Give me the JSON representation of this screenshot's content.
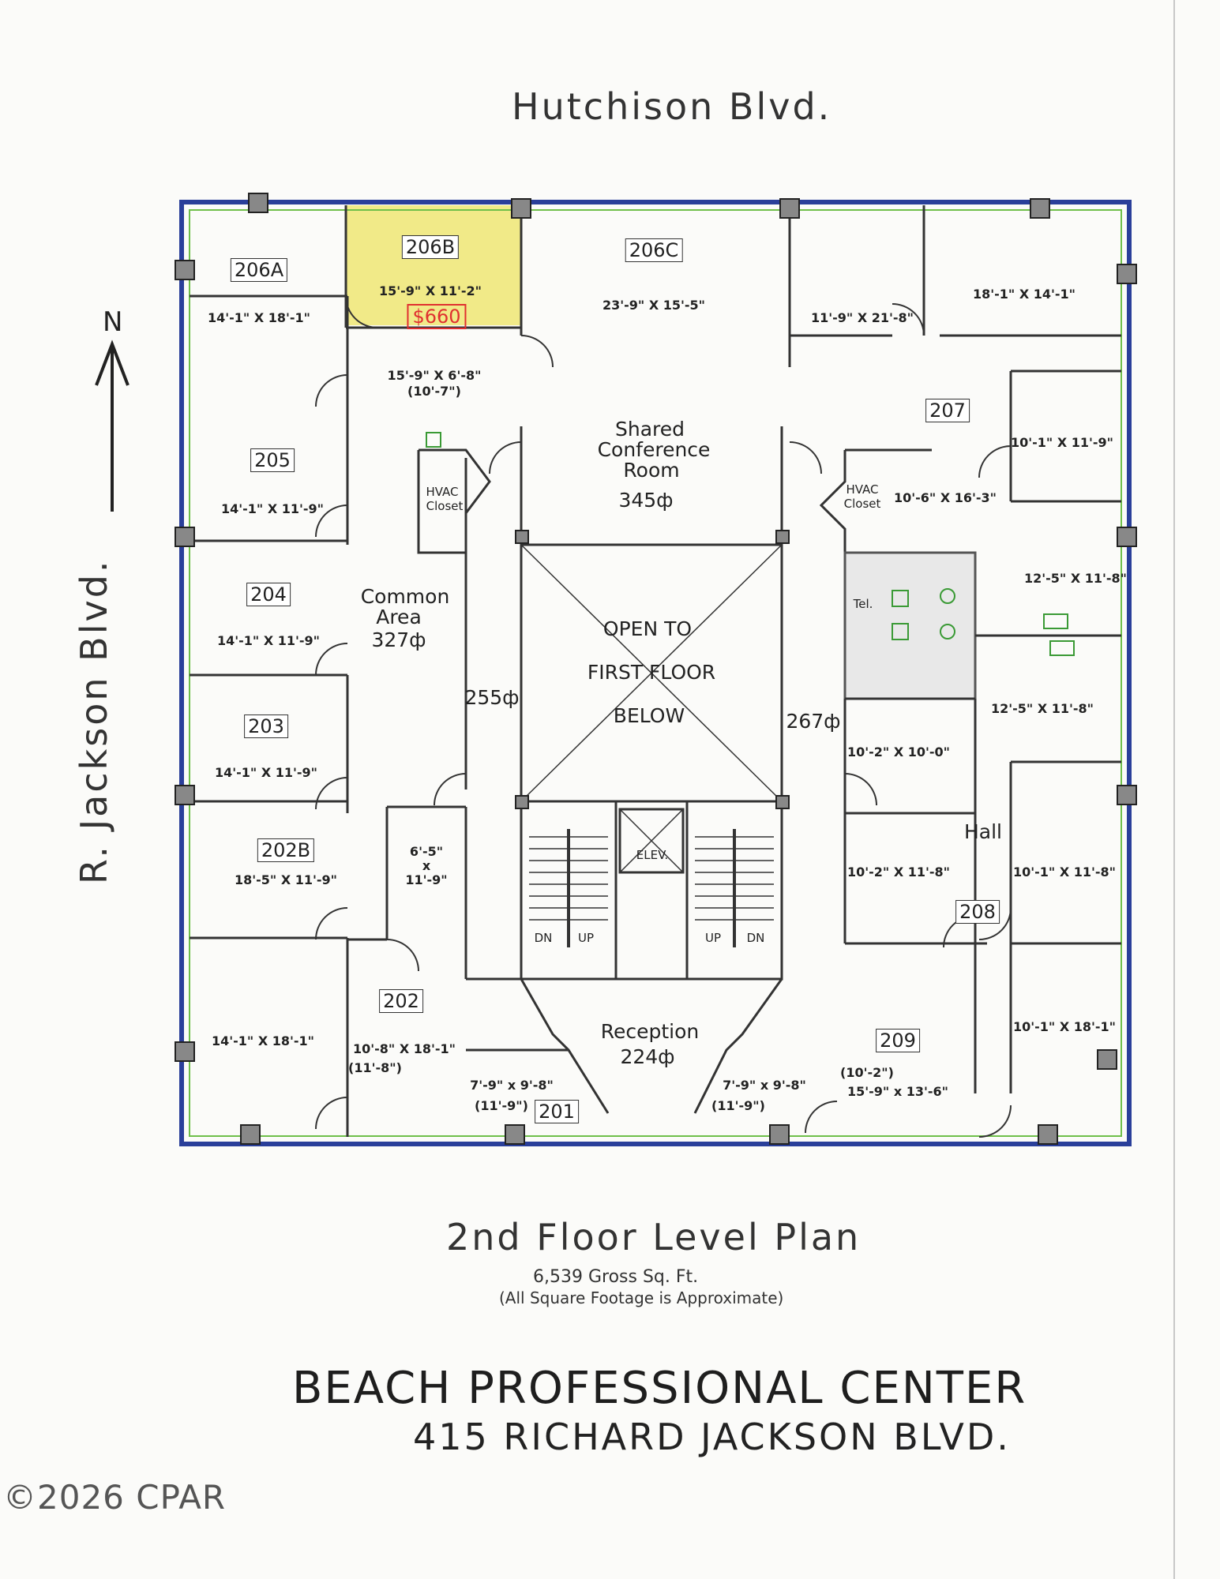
{
  "street_north": "Hutchison Blvd.",
  "street_west": "R. Jackson Blvd.",
  "north_label": "N",
  "rooms": {
    "r206a": {
      "label": "206A",
      "dim": "14'-1\" X 18'-1\""
    },
    "r206b": {
      "label": "206B",
      "dim": "15'-9\" X 11'-2\"",
      "price": "$660"
    },
    "r206c": {
      "label": "206C",
      "dim": "23'-9\" X 15'-5\""
    },
    "ne_office_a": {
      "dim": "11'-9\" X 21'-8\""
    },
    "ne_office_b": {
      "dim": "18'-1\" X 14'-1\""
    },
    "hall_206": {
      "dim": "15'-9\" X 6'-8\"",
      "dim2": "(10'-7\")"
    },
    "r207": {
      "label": "207",
      "dim_a": "10'-1\" X 11'-9\"",
      "dim_b": "10'-6\" X 16'-3\""
    },
    "r205": {
      "label": "205",
      "dim": "14'-1\" X 11'-9\""
    },
    "r204": {
      "label": "204",
      "dim": "14'-1\" X 11'-9\""
    },
    "r203": {
      "label": "203",
      "dim": "14'-1\" X 11'-9\""
    },
    "r202b": {
      "label": "202B",
      "dim": "18'-5\" X 11'-9\""
    },
    "closet_small": {
      "dim1": "6'-5\"",
      "dim2": "x",
      "dim3": "11'-9\""
    },
    "r202": {
      "label": "202",
      "dim": "10'-8\" X 18'-1\"",
      "dim2": "(11'-8\")"
    },
    "sw_office": {
      "dim": "14'-1\" X 18'-1\""
    },
    "r201": {
      "label": "201",
      "dim": "7'-9\" x 9'-8\"",
      "dim2": "(11'-9\")"
    },
    "r209": {
      "label": "209",
      "dim": "15'-9\" x 13'-6\"",
      "dim2": "(10'-2\")"
    },
    "r209_west": {
      "dim": "7'-9\" x 9'-8\"",
      "dim2": "(11'-9\")"
    },
    "r208": {
      "label": "208"
    },
    "east_1": {
      "dim": "12'-5\" X 11'-8\""
    },
    "east_2": {
      "dim": "12'-5\" X 11'-8\""
    },
    "east_3": {
      "dim": "10'-2\" X 10'-0\""
    },
    "east_4": {
      "dim": "10'-2\" X 11'-8\""
    },
    "east_5": {
      "dim": "10'-1\" X 11'-8\""
    },
    "east_6": {
      "dim": "10'-1\" X 18'-1\""
    }
  },
  "areas": {
    "conference": {
      "line1": "Shared",
      "line2": "Conference",
      "line3": "Room",
      "sf": "345"
    },
    "common": {
      "line1": "Common",
      "line2": "Area",
      "sf": "327"
    },
    "reception": {
      "line1": "Reception",
      "sf": "224"
    },
    "corridor_west": {
      "sf": "255"
    },
    "corridor_east": {
      "sf": "267"
    },
    "open": {
      "line1": "OPEN TO",
      "line2": "FIRST FLOOR",
      "line3": "BELOW"
    },
    "hall": "Hall",
    "hvac": {
      "line1": "HVAC",
      "line2": "Closet"
    },
    "tel": "Tel.",
    "elev": "ELEV.",
    "dn": "DN",
    "up": "UP"
  },
  "sf_symbol": "ф",
  "plan_title": "2nd Floor Level Plan",
  "gross_sf": "6,539 Gross Sq. Ft.",
  "approx_note": "(All Square Footage is Approximate)",
  "building_name": "BEACH PROFESSIONAL CENTER",
  "address": "415 RICHARD JACKSON BLVD.",
  "copyright": "©2026 CPAR",
  "colors": {
    "wall_blue": "#2a3f9a",
    "wall_green": "#6fbf4a",
    "highlight": "#f1ea88",
    "price_red": "#e03030",
    "fixture_green": "#3a9a35"
  }
}
